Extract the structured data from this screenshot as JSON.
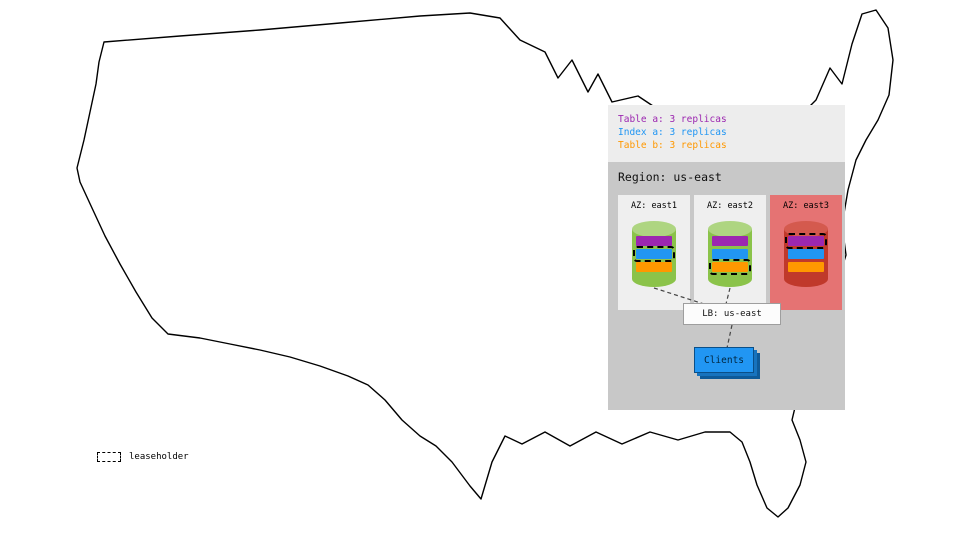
{
  "tables_panel": {
    "lines": [
      {
        "label": "Table a: 3 replicas",
        "color": "#9c27b0"
      },
      {
        "label": "Index a: 3 replicas",
        "color": "#2196f3"
      },
      {
        "label": "Table b: 3 replicas",
        "color": "#ff9800"
      }
    ]
  },
  "region": {
    "title": "Region: us-east",
    "azs": [
      {
        "label": "AZ: east1",
        "box_color": "#efefef",
        "cylinder_color": "#8bc34a",
        "replicas": [
          {
            "table": "Table a",
            "color": "#9c27b0",
            "leaseholder": false
          },
          {
            "table": "Index a",
            "color": "#2196f3",
            "leaseholder": true
          },
          {
            "table": "Table b",
            "color": "#ff9800",
            "leaseholder": false
          }
        ]
      },
      {
        "label": "AZ: east2",
        "box_color": "#efefef",
        "cylinder_color": "#8bc34a",
        "replicas": [
          {
            "table": "Table a",
            "color": "#9c27b0",
            "leaseholder": false
          },
          {
            "table": "Index a",
            "color": "#2196f3",
            "leaseholder": false
          },
          {
            "table": "Table b",
            "color": "#ff9800",
            "leaseholder": true
          }
        ]
      },
      {
        "label": "AZ: east3",
        "box_color": "#e57373",
        "cylinder_color": "#c0392b",
        "replicas": [
          {
            "table": "Table a",
            "color": "#9c27b0",
            "leaseholder": true
          },
          {
            "table": "Index a",
            "color": "#2196f3",
            "leaseholder": false
          },
          {
            "table": "Table b",
            "color": "#ff9800",
            "leaseholder": false
          }
        ]
      }
    ]
  },
  "load_balancer": {
    "label": "LB: us-east"
  },
  "clients": {
    "label": "Clients"
  },
  "legend": {
    "leaseholder_label": "leaseholder"
  }
}
